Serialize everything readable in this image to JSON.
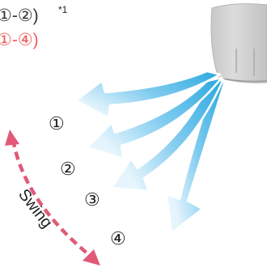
{
  "range_labels": [
    {
      "text": "①-②)",
      "color": "#333333"
    },
    {
      "text": "①-④)",
      "color": "#f05a5a"
    }
  ],
  "footnote": "*1",
  "positions": [
    "①",
    "②",
    "③",
    "④"
  ],
  "swing_label": "Swing",
  "colors": {
    "unit_body": "#d2d2d2",
    "unit_edge": "#b4b4b4",
    "airflow_dark": "#2aa8e0",
    "airflow_light": "#e6f5fd",
    "swing_arrow": "#e05a78"
  }
}
